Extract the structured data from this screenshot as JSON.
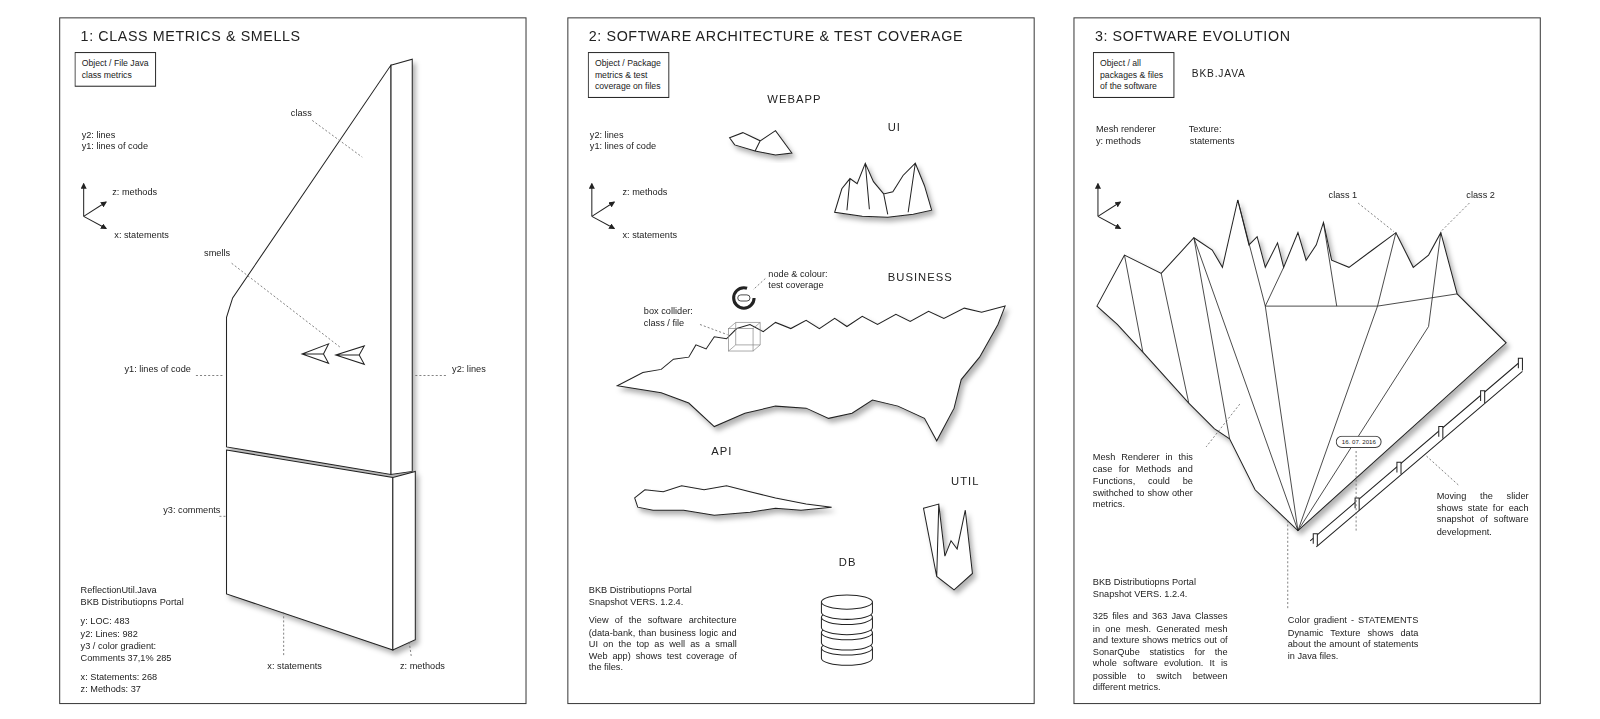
{
  "diagram": {
    "nodes": [
      {
        "text": [
          "1: CLASS METRICS & SMELLS"
        ]
      },
      {
        "text": [
          "Object / File Java class metrics"
        ],
        "in": 0
      },
      {
        "text": [
          "2: SOFTWARE ARCHITECTURE & TEST COVERAGE"
        ]
      },
      {
        "text": [
          "Object / Package metrics & test coverage on files"
        ],
        "in": 2
      },
      {
        "text": [
          "3: SOFTWARE EVOLUTION"
        ]
      },
      {
        "text": [
          "Object / all packages & files of the software"
        ],
        "in": 4
      },
      {
        "text": [
          "16. 07. 2016"
        ],
        "in": 4
      }
    ],
    "labels": [
      "y2: lines",
      "y1: lines of code",
      "z: methods",
      "x: statements",
      "class",
      "smells",
      "y1: lines of code",
      "y2: lines",
      "y3: comments",
      "x: statements",
      "z: methods",
      "ReflectionUtil.Java",
      "BKB Distributiopns Portal",
      "y: LOC: 483",
      "y2: Lines: 982",
      "y3 / color gradient:",
      "Comments 37,1% 285",
      "x: Statements: 268",
      "z: Methods: 37",
      "y2: lines",
      "y1: lines of code",
      "z: methods",
      "x: statements",
      "WEBAPP",
      "UI",
      "node & colour: test coverage",
      "box collider: class / file",
      "BUSINESS",
      "API",
      "UTIL",
      "DB",
      "BKB Distributiopns Portal",
      "Snapshot VERS. 1.2.4.",
      "View of the software architecture (data-bank, than business logic and UI on the top as well as a small Web app) shows test coverage of the files.",
      "BKB.JAVA",
      "Mesh renderer",
      "y: methods",
      "Texture:",
      "statements",
      "class 1",
      "class 2",
      "Mesh Renderer in this case for Methods and Functions, could be swithched to show other metrics.",
      "Moving the slider shows state for each snapshot of software development.",
      "BKB Distributiopns Portal",
      "Snapshot VERS. 1.2.4.",
      "325 files and 363 Java Classes in one mesh. Generated mesh and texture shows metrics out of SonarQube statistics for the whole software evolution. It is possible to switch between different metrics.",
      "Color gradient - STATEMENTS Dynamic Texture shows data about the amount of statements in Java files."
    ]
  }
}
